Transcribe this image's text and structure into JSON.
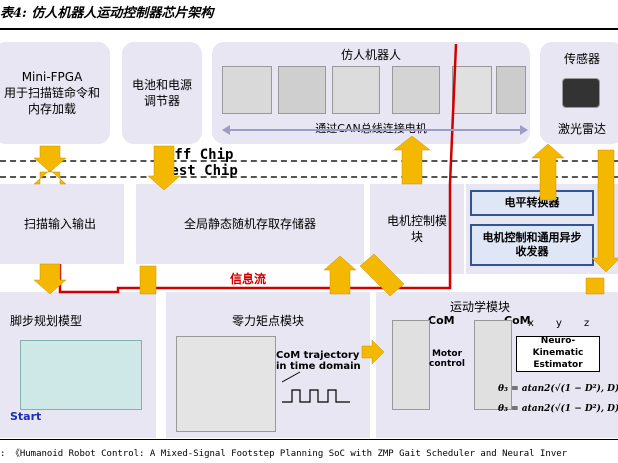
{
  "title": "表4: 仿人机器人运动控制器芯片架构",
  "off_chip": {
    "mini_fpga": "Mini-FPGA\n用于扫描链命令和内存加载",
    "battery": "电池和电源调节器",
    "robot_title": "仿人机器人",
    "can_bus": "通过CAN总线连接电机",
    "sensor_title": "传感器",
    "lidar": "激光雷达"
  },
  "divider": {
    "off": "Off Chip",
    "test": "Test Chip"
  },
  "chip": {
    "scan_io": "扫描输入输出",
    "sram": "全局静态随机存取存储器",
    "motor_ctrl": "电机控制模块",
    "level_shifter": "电平转换器",
    "uart": "电机控制和通用异步收发器",
    "info_flow": "信息流",
    "footstep": "脚步规划模型",
    "zmp": "零力矩点模块",
    "kinematics": "运动学模块",
    "start": "Start",
    "com_traj": "CoM trajectory in time domain",
    "com1": "CoM",
    "com2": "CoM",
    "motor_control": "Motor control",
    "estimator": "Neuro-Kinematic Estimator",
    "axis_x": "x",
    "axis_y": "y",
    "axis_z": "z",
    "eq1": "θ₃ = atan2(√(1 − D²), D)",
    "eq2": "θ₃ = atan2(√(1 − D²), D)"
  },
  "footer": ": 《Humanoid Robot Control: A Mixed-Signal Footstep Planning SoC with ZMP Gait Scheduler and Neural Inver"
}
